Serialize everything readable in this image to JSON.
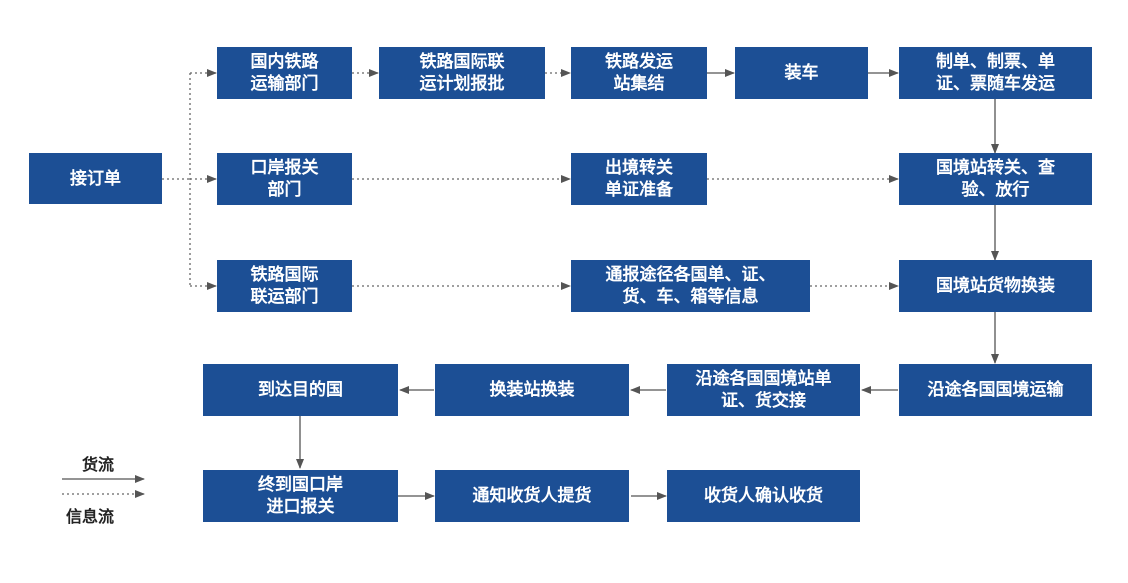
{
  "nodes": {
    "order": "接订单",
    "rail_transport_dept": "国内铁路\n运输部门",
    "rail_plan_approval": "铁路国际联\n运计划报批",
    "rail_station_assembly": "铁路发运\n站集结",
    "loading": "装车",
    "documents": "制单、制票、单\n证、票随车发运",
    "port_customs_dept": "口岸报关\n部门",
    "exit_docs_prep": "出境转关\n单证准备",
    "border_customs_inspect": "国境站转关、查\n验、放行",
    "rail_intl_dept": "铁路国际\n联运部门",
    "notify_countries": "通报途径各国单、证、\n货、车、箱等信息",
    "border_reload": "国境站货物换装",
    "transit_transport": "沿途各国国境运输",
    "transit_handover": "沿途各国国境站单\n证、货交接",
    "transfer_station_reload": "换装站换装",
    "arrive_destination": "到达目的国",
    "destination_customs": "终到国口岸\n进口报关",
    "notify_consignee": "通知收货人提货",
    "consignee_confirm": "收货人确认收货"
  },
  "legend": {
    "goods_flow": "货流",
    "info_flow": "信息流"
  },
  "colors": {
    "box_fill": "#1c4f95",
    "box_text": "#ffffff",
    "arrow": "#555555"
  }
}
